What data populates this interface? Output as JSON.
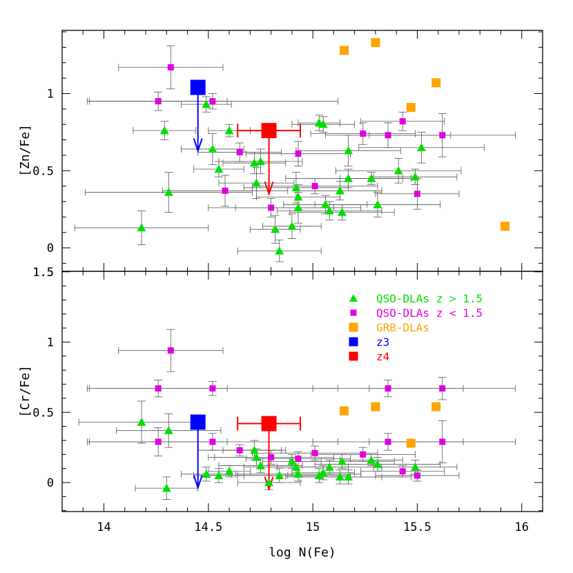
{
  "chart_data": {
    "type": "scatter",
    "xlabel": "log N(Fe)",
    "xlim": [
      13.8,
      16.1
    ],
    "xticks": [
      "14",
      "14.5",
      "15",
      "15.5",
      "16"
    ],
    "legend_placement": "top-right of lower panel",
    "panels": [
      {
        "id": "top",
        "ylabel": "[Zn/Fe]",
        "ylim": [
          -0.12,
          1.4
        ],
        "yticks": [
          "0",
          "0.5",
          "1",
          "1.5"
        ],
        "series": [
          {
            "name": "QSO-DLAs z > 1.5",
            "marker": "triangle",
            "color": "#00e000",
            "points": [
              {
                "x": 14.18,
                "y": 0.13,
                "xerr": 0.32,
                "yerr": 0.11
              },
              {
                "x": 14.29,
                "y": 0.76,
                "xerr": 0.15,
                "yerr": 0.06
              },
              {
                "x": 14.31,
                "y": 0.36,
                "xerr": 0.4,
                "yerr": 0.13
              },
              {
                "x": 14.49,
                "y": 0.93,
                "xerr": 0.12,
                "yerr": 0.05
              },
              {
                "x": 14.52,
                "y": 0.64,
                "xerr": 0.15,
                "yerr": 0.1
              },
              {
                "x": 14.55,
                "y": 0.51,
                "xerr": 0.12,
                "yerr": 0.05
              },
              {
                "x": 14.6,
                "y": 0.76,
                "xerr": 0.1,
                "yerr": 0.04
              },
              {
                "x": 14.72,
                "y": 0.55,
                "xerr": 0.15,
                "yerr": 0.07
              },
              {
                "x": 14.73,
                "y": 0.42,
                "xerr": 0.18,
                "yerr": 0.1
              },
              {
                "x": 14.75,
                "y": 0.56,
                "xerr": 0.2,
                "yerr": 0.08
              },
              {
                "x": 14.82,
                "y": 0.12,
                "xerr": 0.12,
                "yerr": 0.09
              },
              {
                "x": 14.84,
                "y": -0.02,
                "xerr": 0.2,
                "yerr": 0.07
              },
              {
                "x": 14.9,
                "y": 0.14,
                "xerr": 0.14,
                "yerr": 0.08
              },
              {
                "x": 14.92,
                "y": 0.39,
                "xerr": 0.25,
                "yerr": 0.1
              },
              {
                "x": 14.93,
                "y": 0.26,
                "xerr": 0.3,
                "yerr": 0.1
              },
              {
                "x": 14.93,
                "y": 0.33,
                "xerr": 0.2,
                "yerr": 0.08
              },
              {
                "x": 15.03,
                "y": 0.81,
                "xerr": 0.1,
                "yerr": 0.05
              },
              {
                "x": 15.05,
                "y": 0.8,
                "xerr": 0.15,
                "yerr": 0.05
              },
              {
                "x": 15.06,
                "y": 0.28,
                "xerr": 0.2,
                "yerr": 0.06
              },
              {
                "x": 15.08,
                "y": 0.24,
                "xerr": 0.25,
                "yerr": 0.06
              },
              {
                "x": 15.13,
                "y": 0.37,
                "xerr": 0.2,
                "yerr": 0.06
              },
              {
                "x": 15.14,
                "y": 0.23,
                "xerr": 0.25,
                "yerr": 0.05
              },
              {
                "x": 15.17,
                "y": 0.63,
                "xerr": 0.25,
                "yerr": 0.1
              },
              {
                "x": 15.17,
                "y": 0.45,
                "xerr": 0.3,
                "yerr": 0.06
              },
              {
                "x": 15.28,
                "y": 0.45,
                "xerr": 0.15,
                "yerr": 0.04
              },
              {
                "x": 15.31,
                "y": 0.28,
                "xerr": 0.3,
                "yerr": 0.08
              },
              {
                "x": 15.41,
                "y": 0.5,
                "xerr": 0.3,
                "yerr": 0.08
              },
              {
                "x": 15.49,
                "y": 0.46,
                "xerr": 0.2,
                "yerr": 0.05
              },
              {
                "x": 15.52,
                "y": 0.65,
                "xerr": 0.3,
                "yerr": 0.1
              }
            ]
          },
          {
            "name": "QSO-DLAs z < 1.5",
            "marker": "square",
            "color": "#e000e0",
            "points": [
              {
                "x": 14.26,
                "y": 0.95,
                "xerr": 0.33,
                "yerr": 0.06
              },
              {
                "x": 14.32,
                "y": 1.17,
                "xerr": 0.25,
                "yerr": 0.14
              },
              {
                "x": 14.52,
                "y": 0.95,
                "xerr": 0.6,
                "yerr": 0.05
              },
              {
                "x": 14.58,
                "y": 0.37,
                "xerr": 0.3,
                "yerr": 0.1
              },
              {
                "x": 14.65,
                "y": 0.62,
                "xerr": 0.2,
                "yerr": 0.06
              },
              {
                "x": 14.8,
                "y": 0.26,
                "xerr": 0.3,
                "yerr": 0.06
              },
              {
                "x": 14.93,
                "y": 0.61,
                "xerr": 0.25,
                "yerr": 0.08
              },
              {
                "x": 15.01,
                "y": 0.4,
                "xerr": 0.3,
                "yerr": 0.05
              },
              {
                "x": 15.24,
                "y": 0.74,
                "xerr": 0.25,
                "yerr": 0.07
              },
              {
                "x": 15.36,
                "y": 0.73,
                "xerr": 0.3,
                "yerr": 0.08
              },
              {
                "x": 15.43,
                "y": 0.82,
                "xerr": 0.2,
                "yerr": 0.06
              },
              {
                "x": 15.5,
                "y": 0.35,
                "xerr": 0.2,
                "yerr": 0.1
              },
              {
                "x": 15.62,
                "y": 0.73,
                "xerr": 0.35,
                "yerr": 0.14
              }
            ]
          },
          {
            "name": "GRB-DLAs",
            "marker": "square",
            "color": "#ffa500",
            "points": [
              {
                "x": 15.15,
                "y": 1.28
              },
              {
                "x": 15.3,
                "y": 1.33
              },
              {
                "x": 15.47,
                "y": 0.91
              },
              {
                "x": 15.59,
                "y": 1.07
              },
              {
                "x": 15.92,
                "y": 0.14
              }
            ]
          },
          {
            "name": "z3",
            "marker": "big-square",
            "color": "#0000ff",
            "points": [
              {
                "x": 14.45,
                "y": 1.04,
                "xerr": 0.0,
                "yerr": 0.0,
                "upper_limit": true
              }
            ]
          },
          {
            "name": "z4",
            "marker": "big-square",
            "color": "#ff0000",
            "points": [
              {
                "x": 14.79,
                "y": 0.76,
                "xerr": 0.15,
                "yerr": 0.0,
                "upper_limit": true
              }
            ]
          }
        ]
      },
      {
        "id": "bottom",
        "ylabel": "[Cr/Fe]",
        "ylim": [
          -0.2,
          1.5
        ],
        "yticks": [
          "0",
          "0.5",
          "1",
          "1.5"
        ],
        "series": [
          {
            "name": "QSO-DLAs z > 1.5",
            "marker": "triangle",
            "color": "#00e000",
            "points": [
              {
                "x": 14.18,
                "y": 0.43,
                "xerr": 0.3,
                "yerr": 0.15
              },
              {
                "x": 14.3,
                "y": -0.04,
                "xerr": 0.15,
                "yerr": 0.08
              },
              {
                "x": 14.31,
                "y": 0.37,
                "xerr": 0.25,
                "yerr": 0.12
              },
              {
                "x": 14.49,
                "y": 0.06,
                "xerr": 0.12,
                "yerr": 0.05
              },
              {
                "x": 14.55,
                "y": 0.05,
                "xerr": 0.12,
                "yerr": 0.05
              },
              {
                "x": 14.6,
                "y": 0.08,
                "xerr": 0.1,
                "yerr": 0.04
              },
              {
                "x": 14.72,
                "y": 0.23,
                "xerr": 0.15,
                "yerr": 0.07
              },
              {
                "x": 14.73,
                "y": 0.18,
                "xerr": 0.2,
                "yerr": 0.06
              },
              {
                "x": 14.75,
                "y": 0.12,
                "xerr": 0.2,
                "yerr": 0.05
              },
              {
                "x": 14.79,
                "y": 0.0,
                "xerr": 0.15,
                "yerr": 0.05
              },
              {
                "x": 14.84,
                "y": 0.05,
                "xerr": 0.2,
                "yerr": 0.05
              },
              {
                "x": 14.9,
                "y": 0.15,
                "xerr": 0.14,
                "yerr": 0.05
              },
              {
                "x": 14.92,
                "y": 0.11,
                "xerr": 0.25,
                "yerr": 0.06
              },
              {
                "x": 14.93,
                "y": 0.06,
                "xerr": 0.3,
                "yerr": 0.05
              },
              {
                "x": 15.03,
                "y": 0.05,
                "xerr": 0.15,
                "yerr": 0.05
              },
              {
                "x": 15.05,
                "y": 0.07,
                "xerr": 0.15,
                "yerr": 0.05
              },
              {
                "x": 15.08,
                "y": 0.11,
                "xerr": 0.25,
                "yerr": 0.05
              },
              {
                "x": 15.13,
                "y": 0.04,
                "xerr": 0.2,
                "yerr": 0.05
              },
              {
                "x": 15.14,
                "y": 0.15,
                "xerr": 0.25,
                "yerr": 0.05
              },
              {
                "x": 15.17,
                "y": 0.04,
                "xerr": 0.3,
                "yerr": 0.05
              },
              {
                "x": 15.28,
                "y": 0.16,
                "xerr": 0.15,
                "yerr": 0.04
              },
              {
                "x": 15.31,
                "y": 0.13,
                "xerr": 0.3,
                "yerr": 0.05
              },
              {
                "x": 15.49,
                "y": 0.11,
                "xerr": 0.2,
                "yerr": 0.05
              }
            ]
          },
          {
            "name": "QSO-DLAs z < 1.5",
            "marker": "square",
            "color": "#e000e0",
            "points": [
              {
                "x": 14.26,
                "y": 0.67,
                "xerr": 0.33,
                "yerr": 0.06
              },
              {
                "x": 14.26,
                "y": 0.29,
                "xerr": 0.33,
                "yerr": 0.1
              },
              {
                "x": 14.32,
                "y": 0.94,
                "xerr": 0.25,
                "yerr": 0.15
              },
              {
                "x": 14.52,
                "y": 0.67,
                "xerr": 0.6,
                "yerr": 0.05
              },
              {
                "x": 14.52,
                "y": 0.29,
                "xerr": 0.6,
                "yerr": 0.06
              },
              {
                "x": 14.65,
                "y": 0.23,
                "xerr": 0.2,
                "yerr": 0.04
              },
              {
                "x": 14.8,
                "y": 0.18,
                "xerr": 0.3,
                "yerr": 0.05
              },
              {
                "x": 14.93,
                "y": 0.17,
                "xerr": 0.25,
                "yerr": 0.05
              },
              {
                "x": 15.01,
                "y": 0.21,
                "xerr": 0.3,
                "yerr": 0.05
              },
              {
                "x": 15.24,
                "y": 0.2,
                "xerr": 0.25,
                "yerr": 0.05
              },
              {
                "x": 15.36,
                "y": 0.67,
                "xerr": 0.36,
                "yerr": 0.06
              },
              {
                "x": 15.36,
                "y": 0.29,
                "xerr": 0.36,
                "yerr": 0.06
              },
              {
                "x": 15.43,
                "y": 0.08,
                "xerr": 0.2,
                "yerr": 0.04
              },
              {
                "x": 15.5,
                "y": 0.05,
                "xerr": 0.2,
                "yerr": 0.04
              },
              {
                "x": 15.62,
                "y": 0.67,
                "xerr": 0.35,
                "yerr": 0.08
              },
              {
                "x": 15.62,
                "y": 0.29,
                "xerr": 0.35,
                "yerr": 0.15
              }
            ]
          },
          {
            "name": "GRB-DLAs",
            "marker": "square",
            "color": "#ffa500",
            "points": [
              {
                "x": 15.15,
                "y": 0.51
              },
              {
                "x": 15.3,
                "y": 0.54
              },
              {
                "x": 15.47,
                "y": 0.28
              },
              {
                "x": 15.59,
                "y": 0.54
              }
            ]
          },
          {
            "name": "z3",
            "marker": "big-square",
            "color": "#0000ff",
            "points": [
              {
                "x": 14.45,
                "y": 0.43,
                "xerr": 0.0,
                "yerr": 0.0,
                "upper_limit": true
              }
            ]
          },
          {
            "name": "z4",
            "marker": "big-square",
            "color": "#ff0000",
            "points": [
              {
                "x": 14.79,
                "y": 0.42,
                "xerr": 0.15,
                "yerr": 0.0,
                "upper_limit": true
              }
            ]
          }
        ]
      }
    ],
    "legend": [
      {
        "label": "QSO-DLAs z > 1.5",
        "marker": "triangle",
        "color": "#00e000"
      },
      {
        "label": "QSO-DLAs z < 1.5",
        "marker": "square",
        "color": "#e000e0"
      },
      {
        "label": "GRB-DLAs",
        "marker": "square",
        "color": "#ffa500"
      },
      {
        "label": "z3",
        "marker": "square",
        "color": "#0000ff"
      },
      {
        "label": "z4",
        "marker": "square",
        "color": "#ff0000"
      }
    ]
  }
}
